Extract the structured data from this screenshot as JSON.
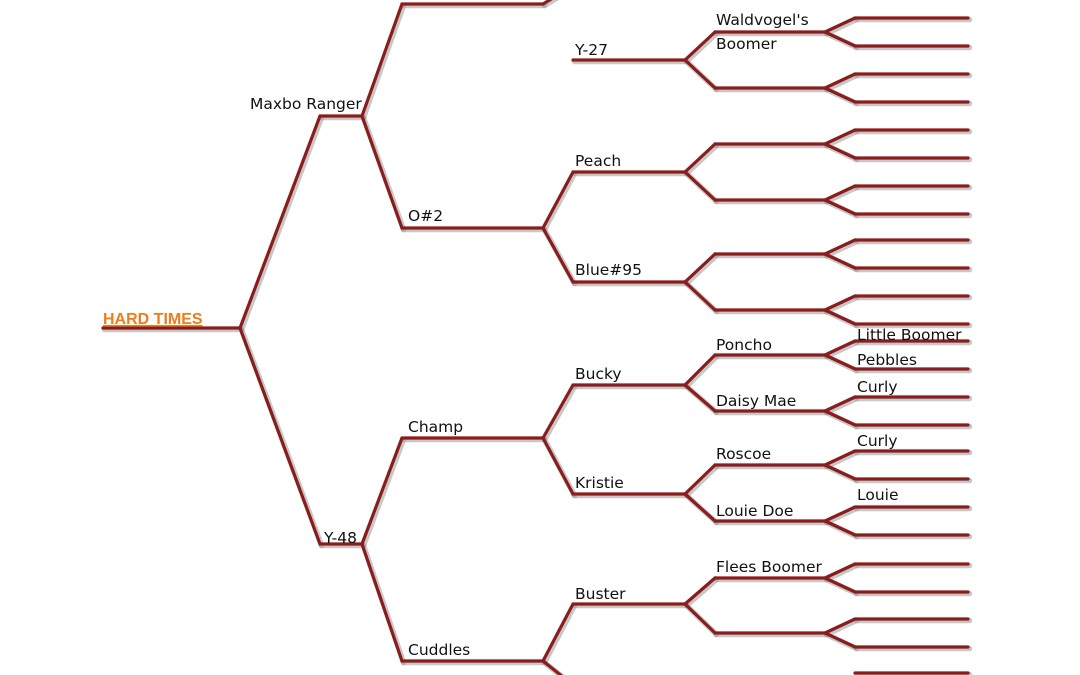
{
  "root": {
    "name": "HARD TIMES",
    "color": "#f07c1a"
  },
  "line_color": "#8b1c1c",
  "gen1": {
    "sire": "Maxbo Ranger",
    "dam": "Y-48"
  },
  "gen2": {
    "s_sire": "",
    "s_dam": "O#2",
    "d_sire": "Champ",
    "d_dam": "Cuddles"
  },
  "gen3": {
    "ss_dam": "Y-27",
    "sd_sire": "Peach",
    "sd_dam": "Blue#95",
    "ds_sire": "Bucky",
    "ds_dam": "Kristie",
    "dd_sire": "Buster"
  },
  "gen4": {
    "ssd_sire_line1": "Waldvogel's",
    "ssd_sire_line2": "Boomer",
    "dss_sire": "Poncho",
    "dss_dam": "Daisy Mae",
    "dsd_sire": "Roscoe",
    "dsd_dam": "Louie Doe",
    "dds_sire": "Flees Boomer"
  },
  "gen5": {
    "a": "Little Boomer",
    "b": "Pebbles",
    "c": "Curly",
    "d": "Curly",
    "e": "Louie"
  }
}
